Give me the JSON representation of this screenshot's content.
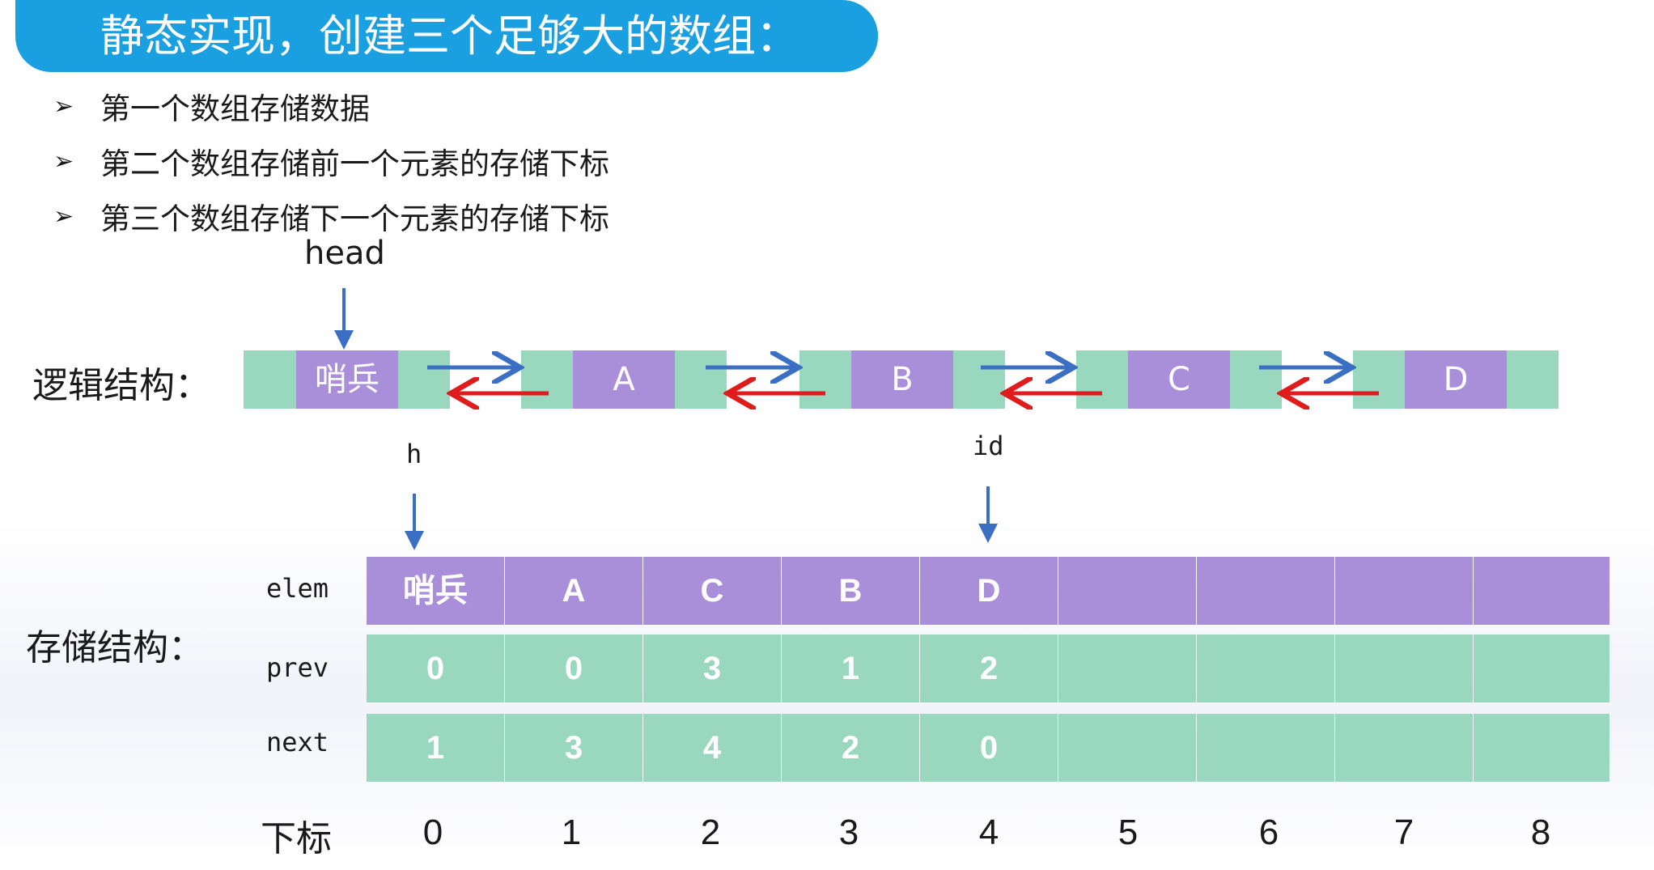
{
  "title": "静态实现，创建三个足够大的数组：",
  "bullets": [
    "第一个数组存储数据",
    "第二个数组存储前一个元素的存储下标",
    "第三个数组存储下一个元素的存储下标"
  ],
  "bullet_glyph": "➢",
  "logical": {
    "label": "逻辑结构：",
    "head_label": "head",
    "nodes": [
      "哨兵",
      "A",
      "B",
      "C",
      "D"
    ]
  },
  "storage": {
    "label": "存储结构：",
    "pointer_h": "h",
    "pointer_id": "id",
    "row_labels": {
      "elem": "elem",
      "prev": "prev",
      "next": "next"
    },
    "elem": [
      "哨兵",
      "A",
      "C",
      "B",
      "D",
      "",
      "",
      "",
      ""
    ],
    "prev": [
      "0",
      "0",
      "3",
      "1",
      "2",
      "",
      "",
      "",
      ""
    ],
    "next": [
      "1",
      "3",
      "4",
      "2",
      "0",
      "",
      "",
      "",
      ""
    ],
    "index_label": "下标",
    "indices": [
      "0",
      "1",
      "2",
      "3",
      "4",
      "5",
      "6",
      "7",
      "8"
    ]
  },
  "colors": {
    "banner": "#1a9fe0",
    "purple": "#a98ed9",
    "green": "#99d8be",
    "forward_arrow": "#3a6fc4",
    "backward_arrow": "#e01b1b",
    "pointer_arrow": "#3a6fc4"
  }
}
